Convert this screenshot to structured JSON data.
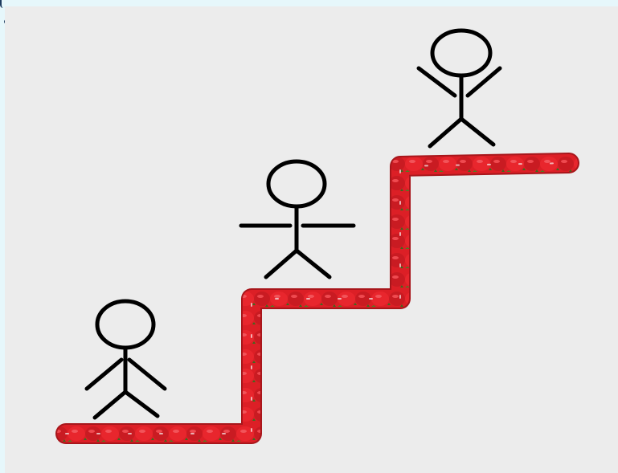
{
  "colors": {
    "frame": "#e6f7fb",
    "background": "#ececec",
    "staircase": "#dc1f26",
    "staircase_shadow": "#a8161b",
    "staircase_highlight": "#f2545a",
    "stem": "#3b6b1d",
    "stick_figure": "#000000"
  },
  "figures": [
    {
      "pose": "arms-down",
      "step": 1
    },
    {
      "pose": "arms-out",
      "step": 2
    },
    {
      "pose": "arms-up",
      "step": 3
    }
  ],
  "icons": {
    "corner": "bullet-dot-icon"
  }
}
